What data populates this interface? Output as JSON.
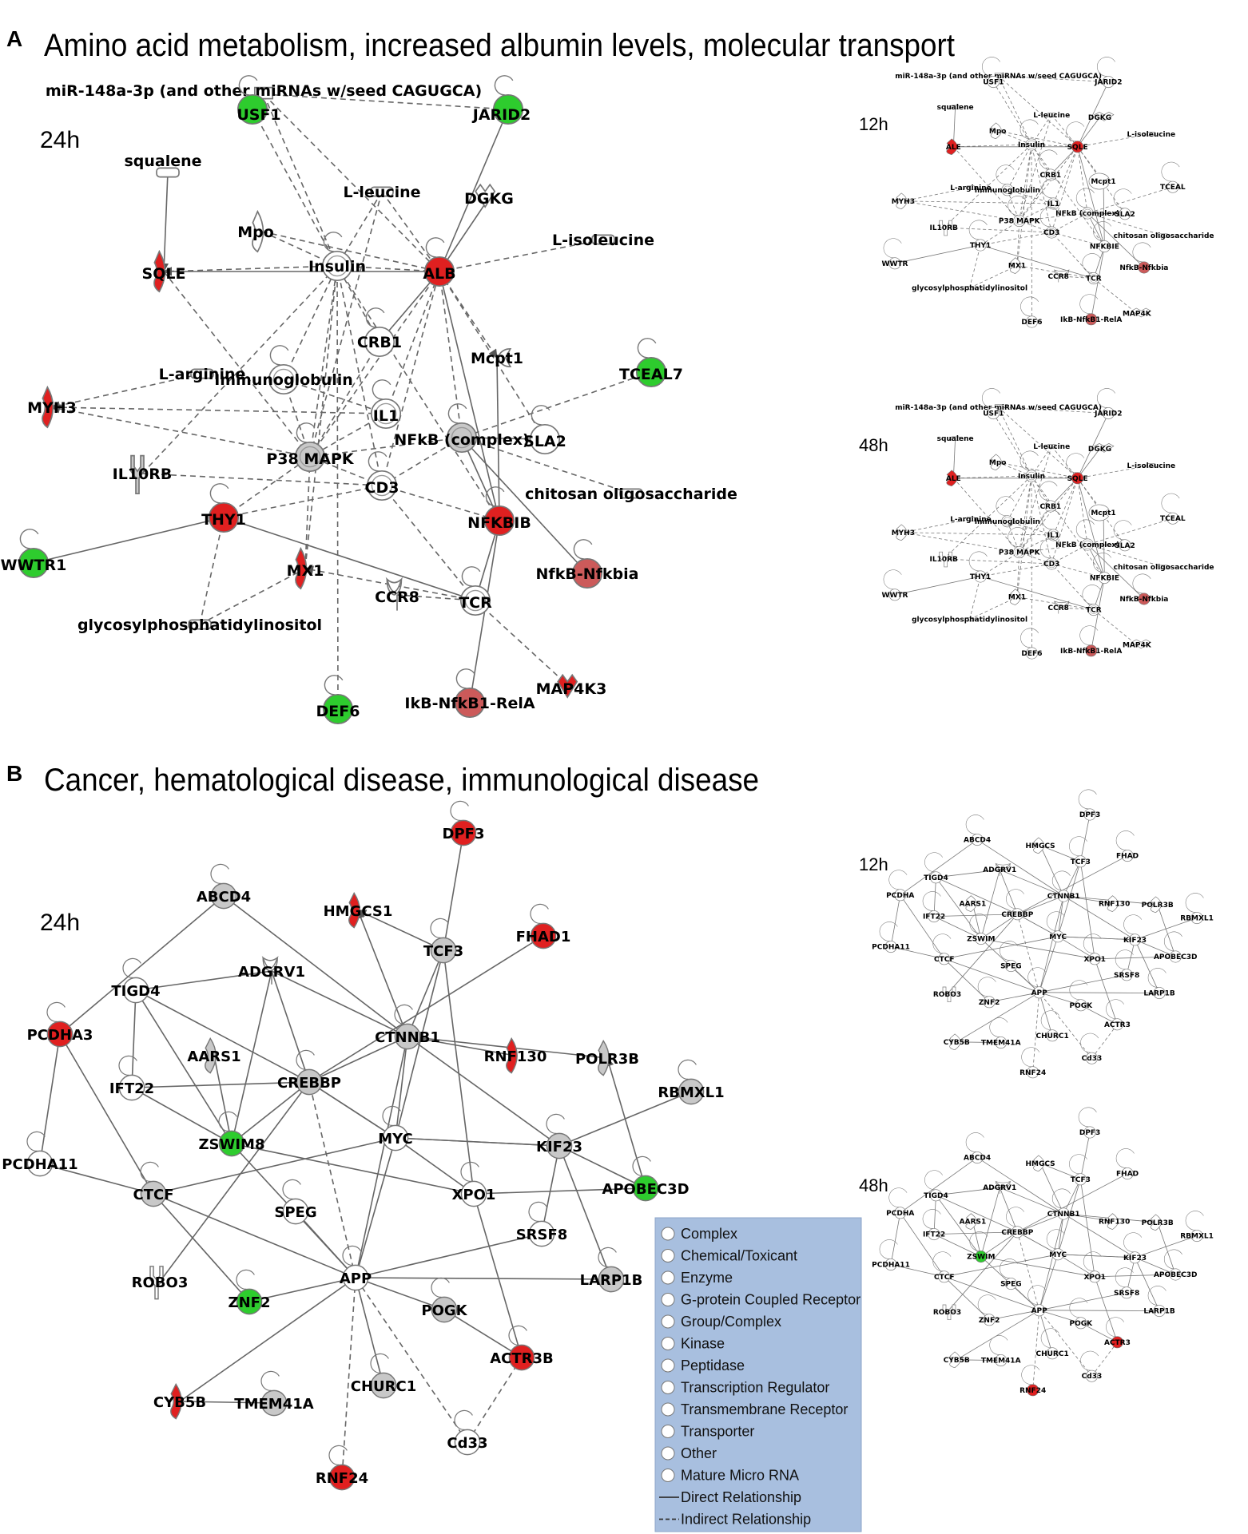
{
  "colors": {
    "up": "#e02020",
    "up_light": "#cc5a5a",
    "down": "#2ecc2e",
    "neutral": "#c8c8c8",
    "white_node": "#ffffff",
    "edge": "#555555",
    "legend_bg": "#a8bfdf"
  },
  "panel_a": {
    "letter": "A",
    "title": "Amino acid metabolism, increased albumin levels, molecular transport",
    "time_main": "24h",
    "time_12": "12h",
    "time_48": "48h",
    "nodes": [
      {
        "id": "mir",
        "label": "miR-148a-3p (and other miRNAs w/seed CAGUGCA)",
        "shape": "mirna",
        "color": "white_node",
        "icon": "mature-microrna-icon"
      },
      {
        "id": "usf1",
        "label": "USF1",
        "shape": "circle",
        "color": "down",
        "icon": "transcription-regulator-icon"
      },
      {
        "id": "jarid2",
        "label": "JARID2",
        "shape": "circle",
        "color": "down",
        "icon": "transcription-regulator-icon"
      },
      {
        "id": "squalene",
        "label": "squalene",
        "shape": "chemical",
        "color": "white_node",
        "icon": "chemical-icon"
      },
      {
        "id": "lleucine",
        "label": "L-leucine",
        "shape": "chemical",
        "color": "white_node",
        "icon": "chemical-icon"
      },
      {
        "id": "dgkg",
        "label": "DGKG",
        "shape": "kinase",
        "color": "white_node",
        "icon": "kinase-icon"
      },
      {
        "id": "lisoleucine",
        "label": "L-isoleucine",
        "shape": "chemical",
        "color": "white_node",
        "icon": "chemical-icon"
      },
      {
        "id": "mpo",
        "label": "Mpo",
        "shape": "enzyme",
        "color": "white_node",
        "icon": "enzyme-icon"
      },
      {
        "id": "insulin",
        "label": "Insulin",
        "shape": "complex",
        "color": "white_node",
        "icon": "complex-icon"
      },
      {
        "id": "alb",
        "label": "ALB",
        "shape": "circle",
        "color": "up",
        "icon": "transporter-icon"
      },
      {
        "id": "sqle",
        "label": "SQLE",
        "shape": "enzyme",
        "color": "up",
        "icon": "enzyme-icon"
      },
      {
        "id": "crb1",
        "label": "CRB1",
        "shape": "circle",
        "color": "white_node",
        "icon": "other-icon"
      },
      {
        "id": "mcpt1",
        "label": "Mcpt1",
        "shape": "peptidase",
        "color": "white_node",
        "icon": "peptidase-icon"
      },
      {
        "id": "tceal7",
        "label": "TCEAL7",
        "shape": "circle",
        "color": "down",
        "icon": "transcription-regulator-icon"
      },
      {
        "id": "larginine",
        "label": "L-arginine",
        "shape": "chemical",
        "color": "white_node",
        "icon": "chemical-icon"
      },
      {
        "id": "immunoglobulin",
        "label": "Immunoglobulin",
        "shape": "complex",
        "color": "white_node",
        "icon": "complex-icon"
      },
      {
        "id": "myh3",
        "label": "MYH3",
        "shape": "enzyme",
        "color": "up",
        "icon": "enzyme-icon"
      },
      {
        "id": "il1",
        "label": "IL1",
        "shape": "complex",
        "color": "white_node",
        "icon": "group-icon"
      },
      {
        "id": "nfkb",
        "label": "NFkB (complex)",
        "shape": "complex",
        "color": "neutral",
        "icon": "complex-icon"
      },
      {
        "id": "sla2",
        "label": "SLA2",
        "shape": "circle",
        "color": "white_node",
        "icon": "other-icon"
      },
      {
        "id": "p38",
        "label": "P38 MAPK",
        "shape": "complex",
        "color": "neutral",
        "icon": "group-icon"
      },
      {
        "id": "il10rb",
        "label": "IL10RB",
        "shape": "receptor",
        "color": "neutral",
        "icon": "transmembrane-receptor-icon"
      },
      {
        "id": "cd3",
        "label": "CD3",
        "shape": "complex",
        "color": "white_node",
        "icon": "complex-icon"
      },
      {
        "id": "chitosan",
        "label": "chitosan oligosaccharide",
        "shape": "chemical",
        "color": "white_node",
        "icon": "chemical-icon"
      },
      {
        "id": "thy1",
        "label": "THY1",
        "shape": "circle",
        "color": "up",
        "icon": "other-icon"
      },
      {
        "id": "nfkbib",
        "label": "NFKBIB",
        "shape": "circle",
        "color": "up",
        "icon": "transcription-regulator-icon"
      },
      {
        "id": "wwtr1",
        "label": "WWTR1",
        "shape": "circle",
        "color": "down",
        "icon": "transcription-regulator-icon"
      },
      {
        "id": "mx1",
        "label": "MX1",
        "shape": "enzyme",
        "color": "up",
        "icon": "enzyme-icon"
      },
      {
        "id": "nfkbnfkbia",
        "label": "NfkB-Nfkbia",
        "shape": "circle",
        "color": "up_light",
        "icon": "complex-icon"
      },
      {
        "id": "ccr8",
        "label": "CCR8",
        "shape": "gpcr",
        "color": "white_node",
        "icon": "gpcr-icon"
      },
      {
        "id": "tcr",
        "label": "TCR",
        "shape": "complex",
        "color": "white_node",
        "icon": "complex-icon"
      },
      {
        "id": "gpi",
        "label": "glycosylphosphatidylinositol",
        "shape": "chemical",
        "color": "white_node",
        "icon": "chemical-icon"
      },
      {
        "id": "def6",
        "label": "DEF6",
        "shape": "circle",
        "color": "down",
        "icon": "other-icon"
      },
      {
        "id": "ikb",
        "label": "IkB-NfkB1-RelA",
        "shape": "circle",
        "color": "up_light",
        "icon": "complex-icon"
      },
      {
        "id": "map4k3",
        "label": "MAP4K3",
        "shape": "kinase",
        "color": "up",
        "icon": "kinase-icon"
      }
    ]
  },
  "panel_b": {
    "letter": "B",
    "title": "Cancer, hematological disease, immunological disease",
    "time_main": "24h",
    "time_12": "12h",
    "time_48": "48h",
    "nodes": [
      {
        "id": "dpf3",
        "label": "DPF3",
        "shape": "circle",
        "color": "up",
        "icon": "other-icon"
      },
      {
        "id": "abcd4",
        "label": "ABCD4",
        "shape": "circle",
        "color": "neutral",
        "icon": "transporter-icon"
      },
      {
        "id": "hmgcs1",
        "label": "HMGCS1",
        "shape": "enzyme",
        "color": "up",
        "icon": "enzyme-icon"
      },
      {
        "id": "tcf3",
        "label": "TCF3",
        "shape": "circle",
        "color": "neutral",
        "icon": "transcription-regulator-icon"
      },
      {
        "id": "fhad1",
        "label": "FHAD1",
        "shape": "circle",
        "color": "up",
        "icon": "other-icon"
      },
      {
        "id": "adgrv1",
        "label": "ADGRV1",
        "shape": "gpcr",
        "color": "white_node",
        "icon": "gpcr-icon"
      },
      {
        "id": "tigd4",
        "label": "TIGD4",
        "shape": "circle",
        "color": "white_node",
        "icon": "other-icon"
      },
      {
        "id": "pcdha3",
        "label": "PCDHA3",
        "shape": "circle",
        "color": "up",
        "icon": "other-icon"
      },
      {
        "id": "aars1",
        "label": "AARS1",
        "shape": "enzyme",
        "color": "neutral",
        "icon": "enzyme-icon"
      },
      {
        "id": "ctnnb1",
        "label": "CTNNB1",
        "shape": "circle",
        "color": "neutral",
        "icon": "transcription-regulator-icon"
      },
      {
        "id": "rnf130",
        "label": "RNF130",
        "shape": "enzyme",
        "color": "up",
        "icon": "enzyme-icon"
      },
      {
        "id": "polr3b",
        "label": "POLR3B",
        "shape": "enzyme",
        "color": "neutral",
        "icon": "enzyme-icon"
      },
      {
        "id": "ift22",
        "label": "IFT22",
        "shape": "circle",
        "color": "white_node",
        "icon": "other-icon"
      },
      {
        "id": "crebbp",
        "label": "CREBBP",
        "shape": "circle",
        "color": "neutral",
        "icon": "transcription-regulator-icon"
      },
      {
        "id": "rbmxl1",
        "label": "RBMXL1",
        "shape": "circle",
        "color": "neutral",
        "icon": "other-icon"
      },
      {
        "id": "zswim8",
        "label": "ZSWIM8",
        "shape": "circle",
        "color": "down",
        "icon": "other-icon"
      },
      {
        "id": "myc",
        "label": "MYC",
        "shape": "circle",
        "color": "white_node",
        "icon": "transcription-regulator-icon"
      },
      {
        "id": "kif23",
        "label": "KIF23",
        "shape": "circle",
        "color": "neutral",
        "icon": "other-icon"
      },
      {
        "id": "pcdha11",
        "label": "PCDHA11",
        "shape": "circle",
        "color": "white_node",
        "icon": "other-icon"
      },
      {
        "id": "ctcf",
        "label": "CTCF",
        "shape": "circle",
        "color": "neutral",
        "icon": "transcription-regulator-icon"
      },
      {
        "id": "xpo1",
        "label": "XPO1",
        "shape": "circle",
        "color": "white_node",
        "icon": "transporter-icon"
      },
      {
        "id": "apobec3d",
        "label": "APOBEC3D",
        "shape": "circle",
        "color": "down",
        "icon": "enzyme-icon"
      },
      {
        "id": "speg",
        "label": "SPEG",
        "shape": "circle",
        "color": "white_node",
        "icon": "kinase-icon"
      },
      {
        "id": "srsf8",
        "label": "SRSF8",
        "shape": "circle",
        "color": "white_node",
        "icon": "other-icon"
      },
      {
        "id": "robo3",
        "label": "ROBO3",
        "shape": "receptor",
        "color": "white_node",
        "icon": "transmembrane-receptor-icon"
      },
      {
        "id": "app",
        "label": "APP",
        "shape": "circle",
        "color": "white_node",
        "icon": "other-icon"
      },
      {
        "id": "larp1b",
        "label": "LARP1B",
        "shape": "circle",
        "color": "neutral",
        "icon": "other-icon"
      },
      {
        "id": "znf2",
        "label": "ZNF2",
        "shape": "circle",
        "color": "down",
        "icon": "other-icon"
      },
      {
        "id": "pogk",
        "label": "POGK",
        "shape": "circle",
        "color": "neutral",
        "icon": "other-icon"
      },
      {
        "id": "actr3b",
        "label": "ACTR3B",
        "shape": "circle",
        "color": "up",
        "icon": "other-icon"
      },
      {
        "id": "churc1",
        "label": "CHURC1",
        "shape": "circle",
        "color": "neutral",
        "icon": "other-icon"
      },
      {
        "id": "cyb5b",
        "label": "CYB5B",
        "shape": "enzyme",
        "color": "up",
        "icon": "enzyme-icon"
      },
      {
        "id": "tmem41a",
        "label": "TMEM41A",
        "shape": "circle",
        "color": "neutral",
        "icon": "other-icon"
      },
      {
        "id": "cd33",
        "label": "Cd33",
        "shape": "circle",
        "color": "white_node",
        "icon": "transmembrane-receptor-icon"
      },
      {
        "id": "rnf24",
        "label": "RNF24",
        "shape": "circle",
        "color": "up",
        "icon": "other-icon"
      }
    ]
  },
  "mini_a": {
    "labels": [
      "miR-148a-3p (and other miRNAs w/seed CAGUGCA)",
      "USF1",
      "JARID2",
      "squalene",
      "L-leucine",
      "DGKG",
      "L-isoleucine",
      "Mpo",
      "Insulin",
      "SQLE",
      "ALE",
      "CRB1",
      "Mcpt1",
      "TCEAL",
      "L-arginine",
      "Immunoglobulin",
      "MYH3",
      "IL1",
      "NFkB (complex)",
      "SLA2",
      "P38 MAPK",
      "IL10RB",
      "CD3",
      "chitosan oligosaccharide",
      "THY1",
      "NFKBIE",
      "WWTR",
      "MX1",
      "NfkB-Nfkbia",
      "CCR8",
      "TCR",
      "glycosylphosphatidylinositol",
      "DEF6",
      "IkB-NfkB1-RelA",
      "MAP4K"
    ]
  },
  "mini_b": {
    "labels": [
      "DPF3",
      "ABCD4",
      "HMGCS",
      "TCF3",
      "FHAD",
      "ADGRV1",
      "TIGD4",
      "PCDHA",
      "AARS1",
      "CTNNB1",
      "RNF130",
      "POLR3B",
      "IFT22",
      "CREBBP",
      "RBMXL1",
      "ZSWIM",
      "MYC",
      "KIF23",
      "PCDHA11",
      "CTCF",
      "XPO1",
      "APOBEC3D",
      "SPEG",
      "SRSF8",
      "ROBO3",
      "APP",
      "LARP1B",
      "ZNF2",
      "POGK",
      "ACTR3",
      "CHURC1",
      "CYB5B",
      "TMEM41A",
      "Cd33",
      "RNF24"
    ]
  },
  "legend": {
    "items": [
      {
        "label": "Complex",
        "icon": "complex-icon"
      },
      {
        "label": "Chemical/Toxicant",
        "icon": "chemical-icon"
      },
      {
        "label": "Enzyme",
        "icon": "enzyme-icon"
      },
      {
        "label": "G-protein Coupled Receptor",
        "icon": "gpcr-icon"
      },
      {
        "label": "Group/Complex",
        "icon": "group-icon"
      },
      {
        "label": "Kinase",
        "icon": "kinase-icon"
      },
      {
        "label": "Peptidase",
        "icon": "peptidase-icon"
      },
      {
        "label": "Transcription Regulator",
        "icon": "transcription-regulator-icon"
      },
      {
        "label": "Transmembrane Receptor",
        "icon": "transmembrane-receptor-icon"
      },
      {
        "label": "Transporter",
        "icon": "transporter-icon"
      },
      {
        "label": "Other",
        "icon": "other-icon"
      },
      {
        "label": "Mature Micro RNA",
        "icon": "mature-microrna-icon"
      },
      {
        "label": "Direct Relationship",
        "icon": "direct-line-icon"
      },
      {
        "label": "Indirect Relationship",
        "icon": "indirect-line-icon"
      }
    ]
  }
}
